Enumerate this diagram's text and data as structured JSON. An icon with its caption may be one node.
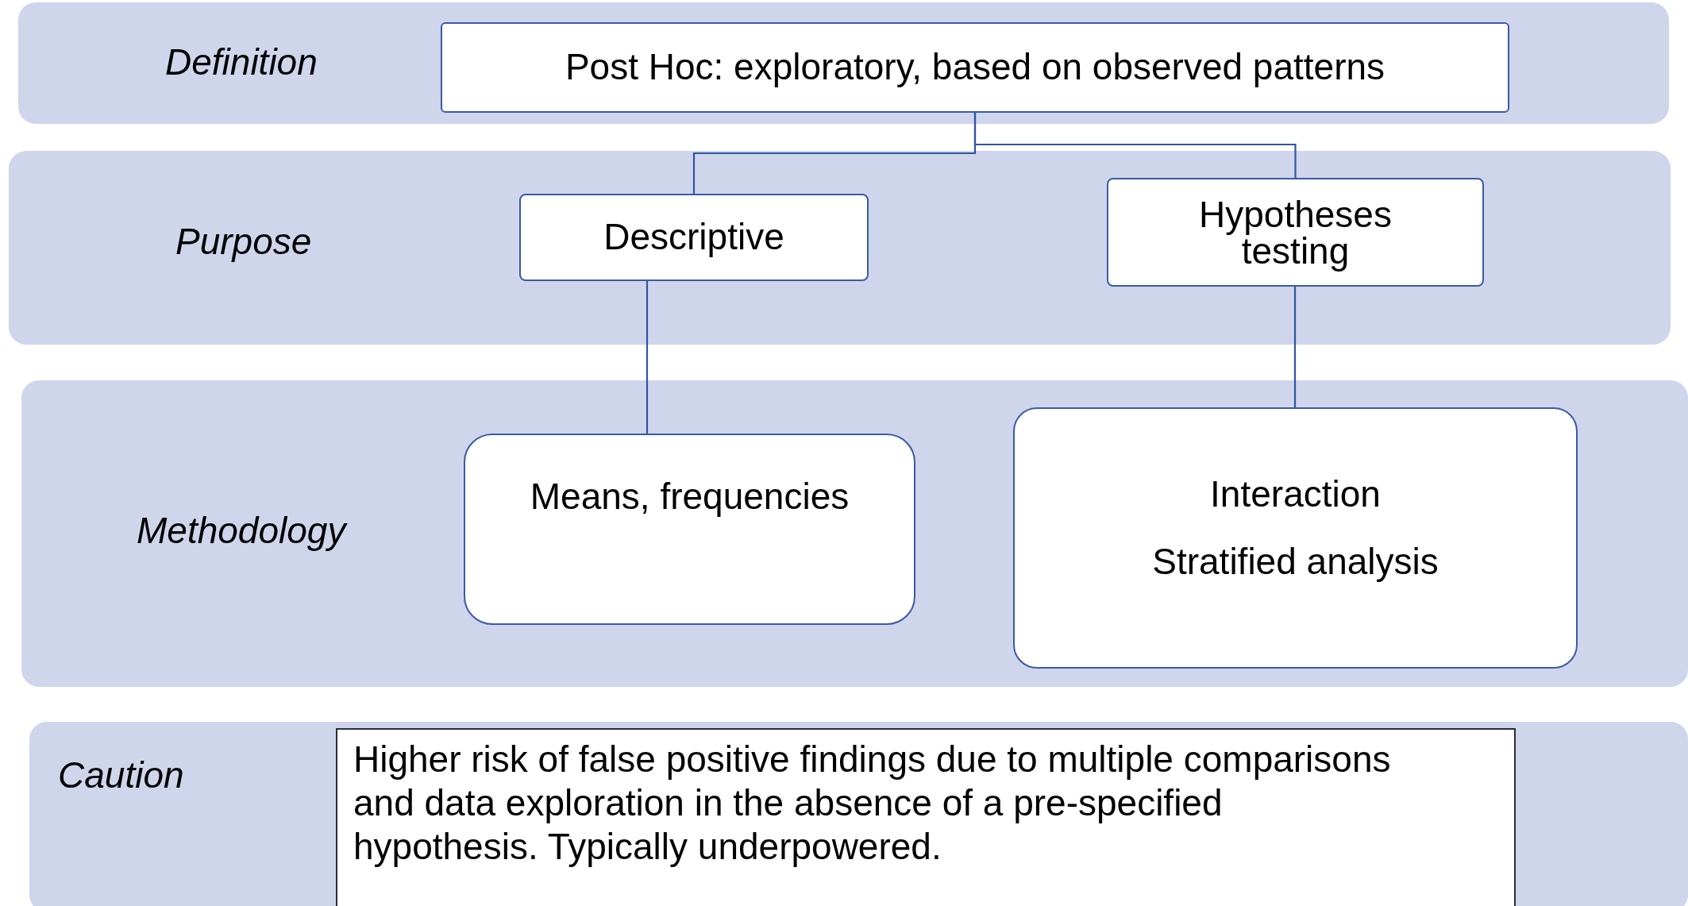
{
  "diagram": {
    "nodes": [
      {
        "text": [
          "Definition"
        ]
      },
      {
        "text": [
          "Post Hoc: exploratory, based on observed patterns"
        ],
        "in": 0
      },
      {
        "text": [
          "Purpose"
        ]
      },
      {
        "text": [
          "Descriptive"
        ],
        "in": 2
      },
      {
        "text": [
          "Hypotheses testing"
        ],
        "in": 2
      },
      {
        "text": [
          "Methodology"
        ]
      },
      {
        "text": [
          "Means, frequencies"
        ],
        "in": 5
      },
      {
        "text": [
          "Interaction",
          "Stratified analysis"
        ],
        "in": 5
      },
      {
        "text": [
          "Caution"
        ]
      },
      {
        "text": [
          "Higher risk of false positive findings due to multiple comparisons and data exploration in the absence of a pre-specified hypothesis. Typically underpowered."
        ],
        "in": 8
      }
    ],
    "edges": [
      {
        "from": 1,
        "to": 3,
        "arrow": "none"
      },
      {
        "from": 1,
        "to": 4,
        "arrow": "none"
      },
      {
        "from": 3,
        "to": 6,
        "arrow": "none"
      },
      {
        "from": 4,
        "to": 7,
        "arrow": "none"
      }
    ]
  }
}
